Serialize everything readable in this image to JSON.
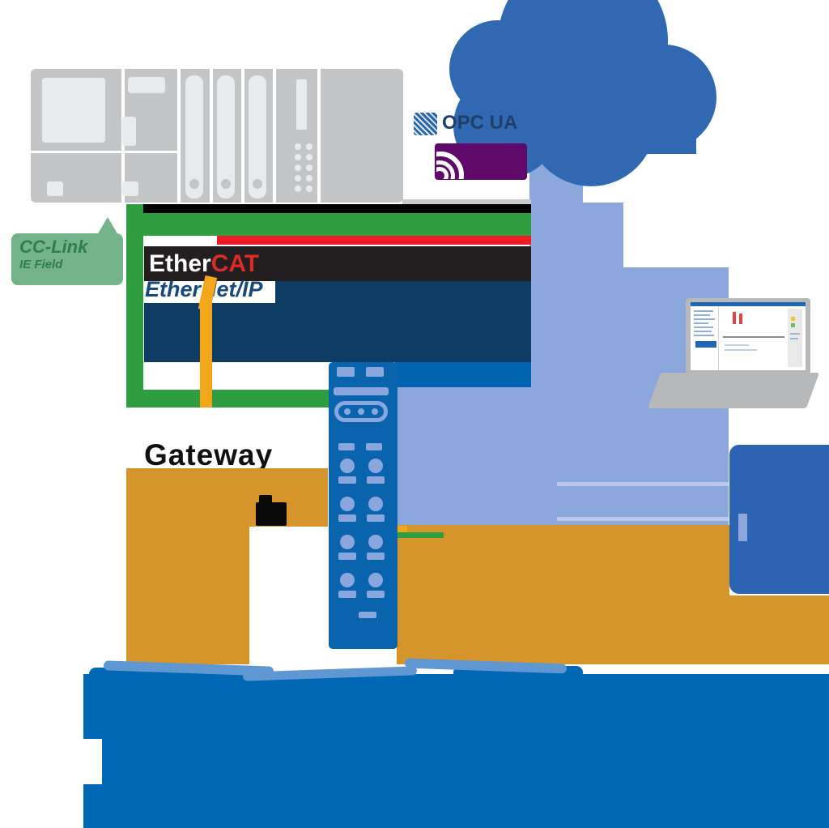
{
  "labels": {
    "opc_ua": "OPC UA",
    "ethercat_prefix": "Ether",
    "ethercat_suffix": "CAT",
    "ethernet_ip": "EtherNet/IP",
    "cclink_line1": "CC-Link",
    "cclink_line2": "IE Field",
    "gateway": "Gateway"
  },
  "icons": {
    "plc_rack": "gray-modular-controller-rack",
    "cloud": "blue-cloud-shape",
    "opc_ua_logo": "hatched-blue-square",
    "mqtt_logo": "purple-box-with-white-signal-arcs",
    "gateway_device": "blue-din-rail-io-device",
    "laptop": "laptop-with-dashboard-screen",
    "factory_floor": "blue-wave-silhouette",
    "cclink_arrow": "light-green-left-banner"
  },
  "colors": {
    "rack_gray": "#c4c5c7",
    "rack_light": "#e9eaeb",
    "cloud_blue": "#3069b1",
    "periwinkle": "#8ba7dc",
    "periwinkle_light": "#bac8ec",
    "green": "#2f9e41",
    "light_green": "#74b389",
    "red": "#ed1c24",
    "charcoal": "#231f20",
    "navy": "#0e3c64",
    "medium_blue": "#0063b1",
    "device_blue": "#0a64ad",
    "device_light": "#8aa6de",
    "orange": "#d6952a",
    "yellow": "#f2a71b",
    "bottom_blue": "#0067b4",
    "bottom_blue_light": "#5f97d3",
    "mqtt_purple": "#5f0a6b",
    "right_arrow_blue": "#2d63b3",
    "laptop_gray": "#b7b8ba"
  }
}
